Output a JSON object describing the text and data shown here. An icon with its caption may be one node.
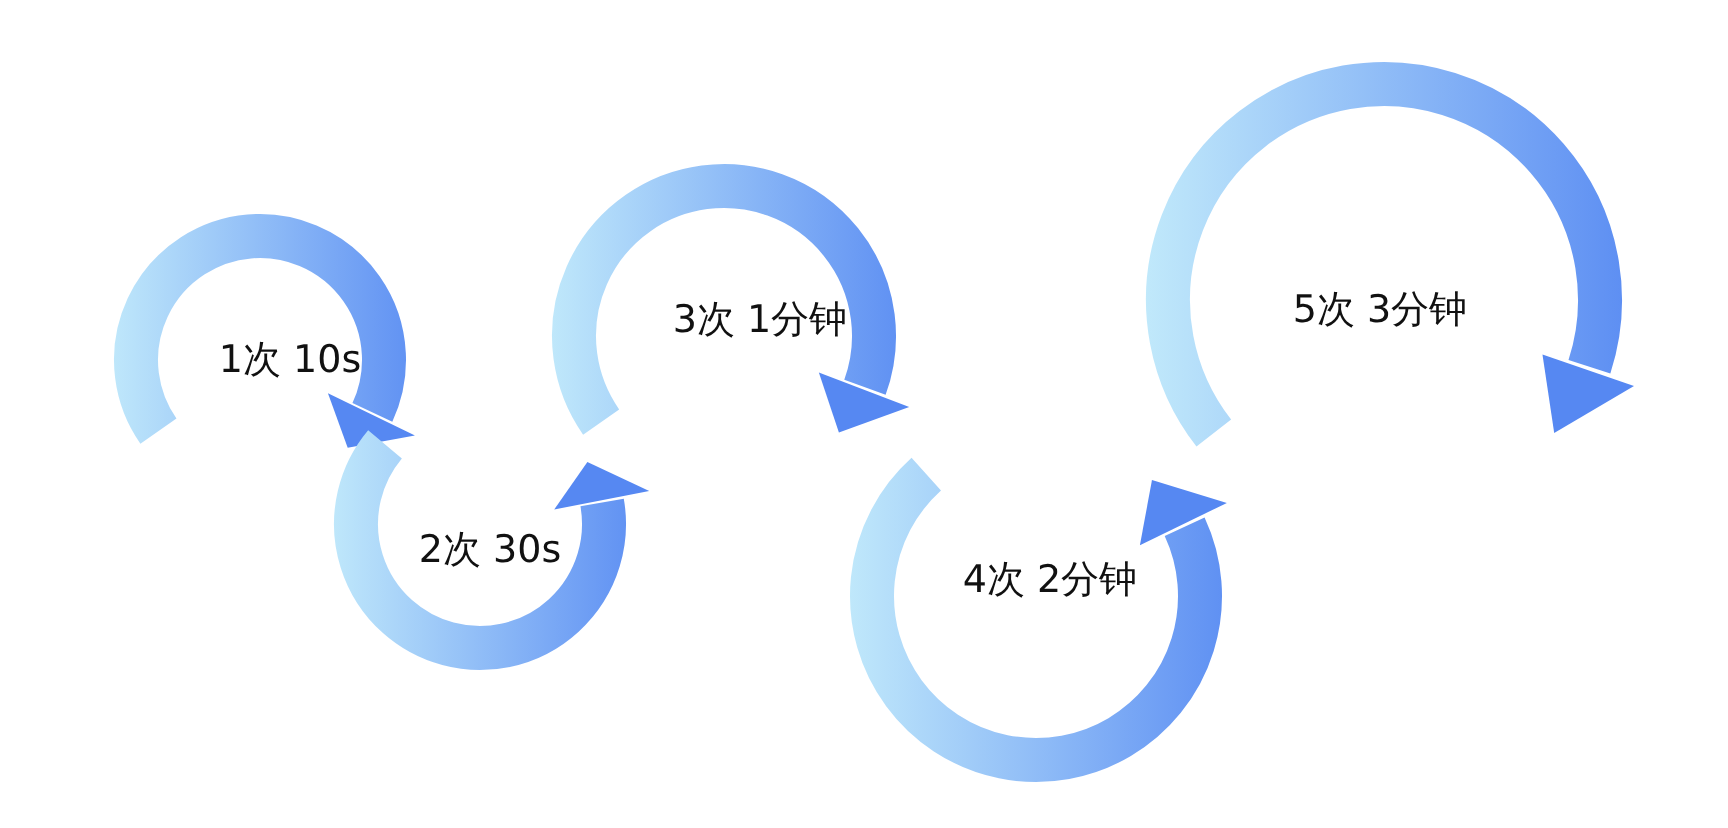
{
  "diagram": {
    "nodes": [
      {
        "text": [
          "1次 10s"
        ]
      },
      {
        "text": [
          "2次 30s"
        ]
      },
      {
        "text": [
          "3次 1分钟"
        ]
      },
      {
        "text": [
          "4次 2分钟"
        ]
      },
      {
        "text": [
          "5次 3分钟"
        ]
      }
    ]
  }
}
